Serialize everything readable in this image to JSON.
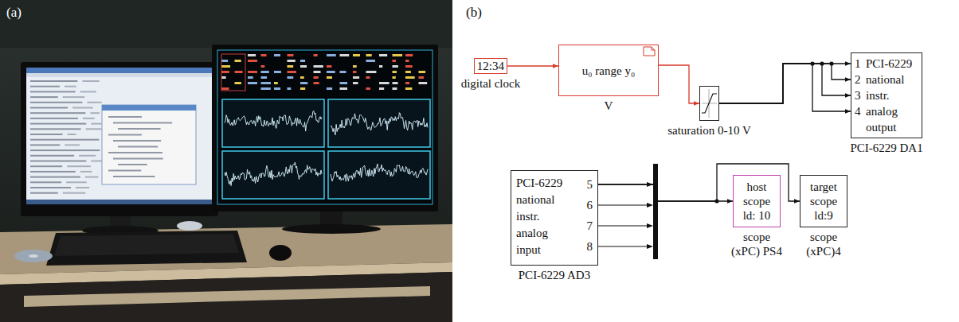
{
  "diagram": {
    "nodes": [
      {
        "text": [
          "12:34",
          "digital clock"
        ]
      },
      {
        "text": [
          "u₀ range y₀",
          "V"
        ]
      },
      {
        "text": [
          "saturation 0-10 V"
        ]
      },
      {
        "text": [
          "1",
          "2",
          "3",
          "4",
          "PCI-6229 national instr. analog output",
          "PCI-6229 DA1"
        ]
      },
      {
        "text": [
          "PCI-6229 national instr. analog input",
          "5",
          "6",
          "7",
          "8",
          "PCI-6229 AD3"
        ]
      },
      {
        "text": [
          "host scope ld: 10",
          "scope (xPC) PS4"
        ]
      },
      {
        "text": [
          "target scope ld:9",
          "scope (xPC)4"
        ]
      }
    ],
    "edges": [
      {
        "from": 0,
        "to": 1,
        "arrow": "to"
      },
      {
        "from": 1,
        "to": 2,
        "arrow": "to"
      },
      {
        "from": 2,
        "to": 3,
        "arrow": "to"
      },
      {
        "from": 2,
        "to": 3,
        "arrow": "to"
      },
      {
        "from": 2,
        "to": 3,
        "arrow": "to"
      },
      {
        "from": 2,
        "to": 3,
        "arrow": "to"
      },
      {
        "from": 4,
        "to": 5,
        "arrow": "to"
      },
      {
        "from": 4,
        "to": 6,
        "arrow": "to"
      }
    ],
    "labels": [
      "(a)",
      "(b)"
    ]
  }
}
